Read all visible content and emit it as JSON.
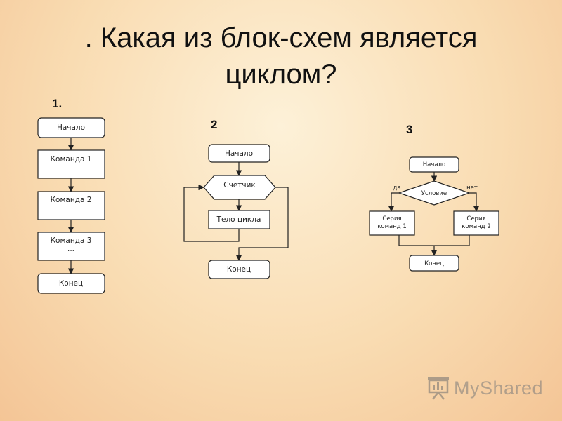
{
  "slide": {
    "title": ". Какая из блок-схем является циклом?"
  },
  "scheme1": {
    "number": "1.",
    "start": "Начало",
    "cmd1": "Команда 1",
    "cmd2": "Команда 2",
    "cmd3": "Команда 3",
    "ellipsis": "...",
    "end": "Конец"
  },
  "scheme2": {
    "number": "2",
    "start": "Начало",
    "counter": "Счетчик",
    "body": "Тело цикла",
    "end": "Конец"
  },
  "scheme3": {
    "number": "3",
    "start": "Начало",
    "condition": "Условие",
    "yes": "да",
    "no": "нет",
    "left_line1": "Серия",
    "left_line2": "команд 1",
    "right_line1": "Серия",
    "right_line2": "команд 2",
    "end": "Конец"
  },
  "watermark": {
    "text": "MyShared",
    "icon": "presentation-icon"
  }
}
